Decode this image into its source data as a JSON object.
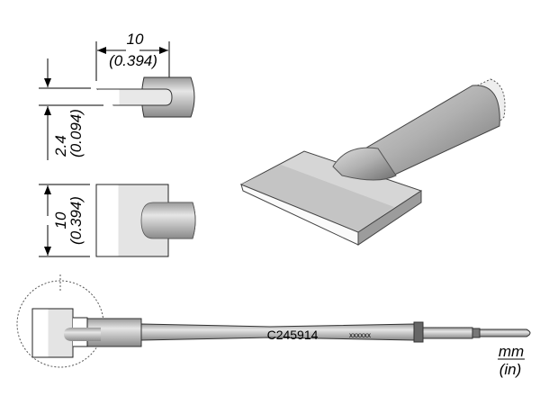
{
  "drawing": {
    "top_dimension": {
      "mm": "10",
      "in": "(0.394)"
    },
    "thickness_dimension": {
      "mm": "2.4",
      "in": "(0.094)"
    },
    "width_dimension": {
      "mm": "10",
      "in": "(0.394)"
    },
    "part_number": "C245914",
    "lot_code": "xxxxxx",
    "units": {
      "primary": "mm",
      "secondary": "(in)"
    }
  }
}
